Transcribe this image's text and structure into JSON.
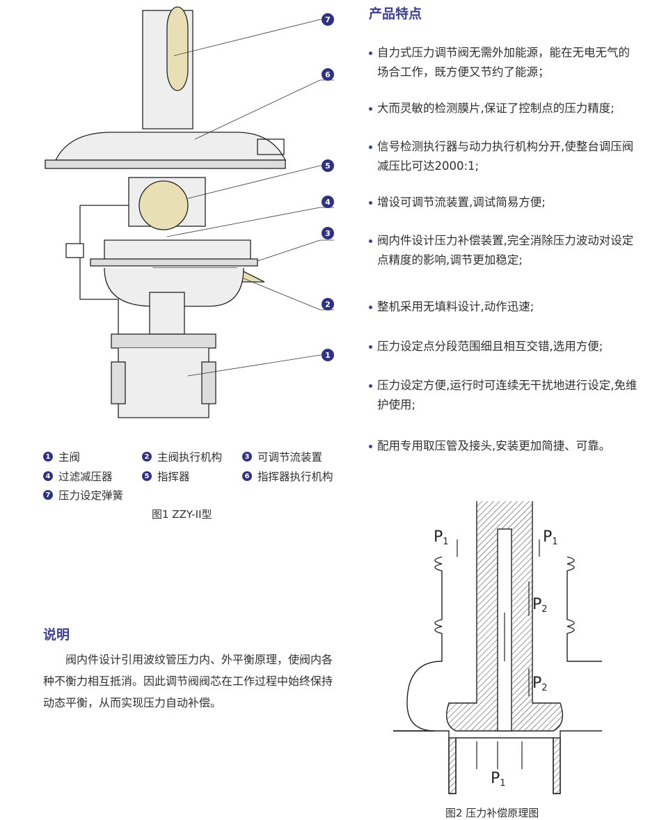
{
  "features": {
    "title": "产品特点",
    "items": [
      "自力式压力调节阀无需外加能源，能在无电无气的场合工作，既方便又节约了能源；",
      "大而灵敏的检测膜片,保证了控制点的压力精度;",
      "信号检测执行器与动力执行机构分开,使整台调压阀减压比可达2000:1;",
      "增设可调节流装置,调试简易方便;",
      "阀内件设计压力补偿装置,完全消除压力波动对设定点精度的影响,调节更加稳定;",
      "整机采用无填料设计,动作迅速;",
      "压力设定点分段范围细且相互交错,选用方便;",
      "压力设定方便,运行时可连续无干扰地进行设定,免维护使用;",
      "配用专用取压管及接头,安装更加简捷、可靠。"
    ]
  },
  "figure1": {
    "caption": "图1  ZZY-II型",
    "legend": [
      {
        "n": "1",
        "label": "主阀"
      },
      {
        "n": "2",
        "label": "主阀执行机构"
      },
      {
        "n": "3",
        "label": "可调节流装置"
      },
      {
        "n": "4",
        "label": "过滤减压器"
      },
      {
        "n": "5",
        "label": "指挥器"
      },
      {
        "n": "6",
        "label": "指挥器执行机构"
      },
      {
        "n": "7",
        "label": "压力设定弹簧"
      }
    ]
  },
  "description": {
    "title": "说明",
    "text": "阀内件设计引用波纹管压力内、外平衡原理，使阀内各种不衡力相互抵消。因此调节阀阀芯在工作过程中始终保持动态平衡，从而实现压力自动补偿。"
  },
  "figure2": {
    "caption": "图2  压力补偿原理图",
    "labels": {
      "p1": "P",
      "p2": "P",
      "sub1": "1",
      "sub2": "2"
    }
  },
  "colors": {
    "accent": "#3b3f98",
    "brass": "#e9dfb4"
  }
}
